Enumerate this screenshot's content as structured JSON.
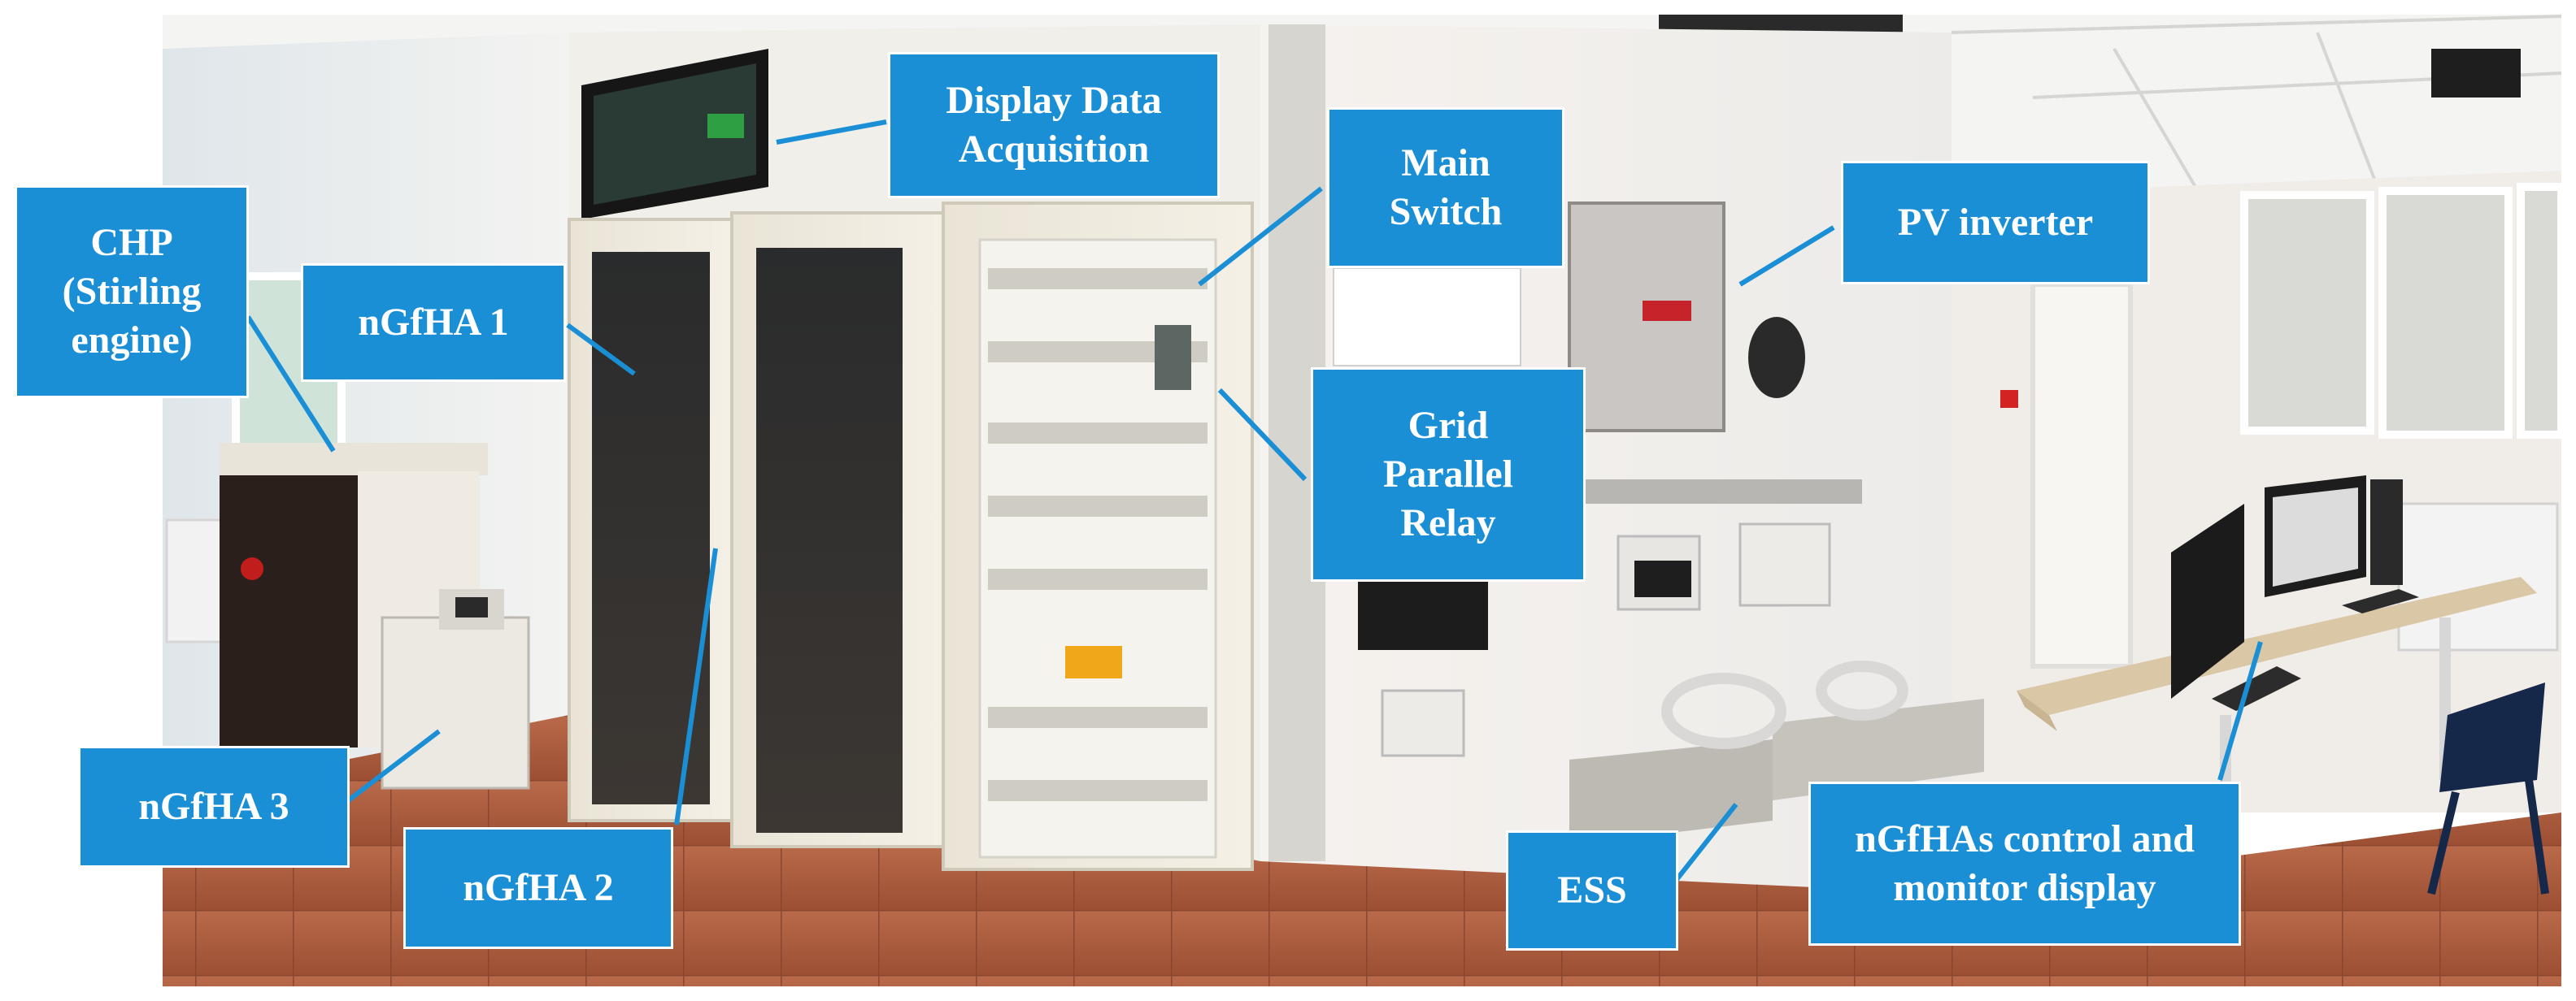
{
  "labels": {
    "display_data_acquisition": "Display Data\nAcquisition",
    "main_switch": "Main\nSwitch",
    "pv_inverter": "PV inverter",
    "chp": "CHP\n(Stirling\nengine)",
    "ngfha1": "nGfHA 1",
    "grid_parallel_relay": "Grid\nParallel\nRelay",
    "ngfha3": "nGfHA 3",
    "ngfha2": "nGfHA 2",
    "ess": "ESS",
    "control_display": "nGfHAs control and\nmonitor display"
  },
  "colors": {
    "label_fill": "#1a8fd6",
    "label_text": "#ffffff",
    "leader_line": "#1a8fd6"
  }
}
